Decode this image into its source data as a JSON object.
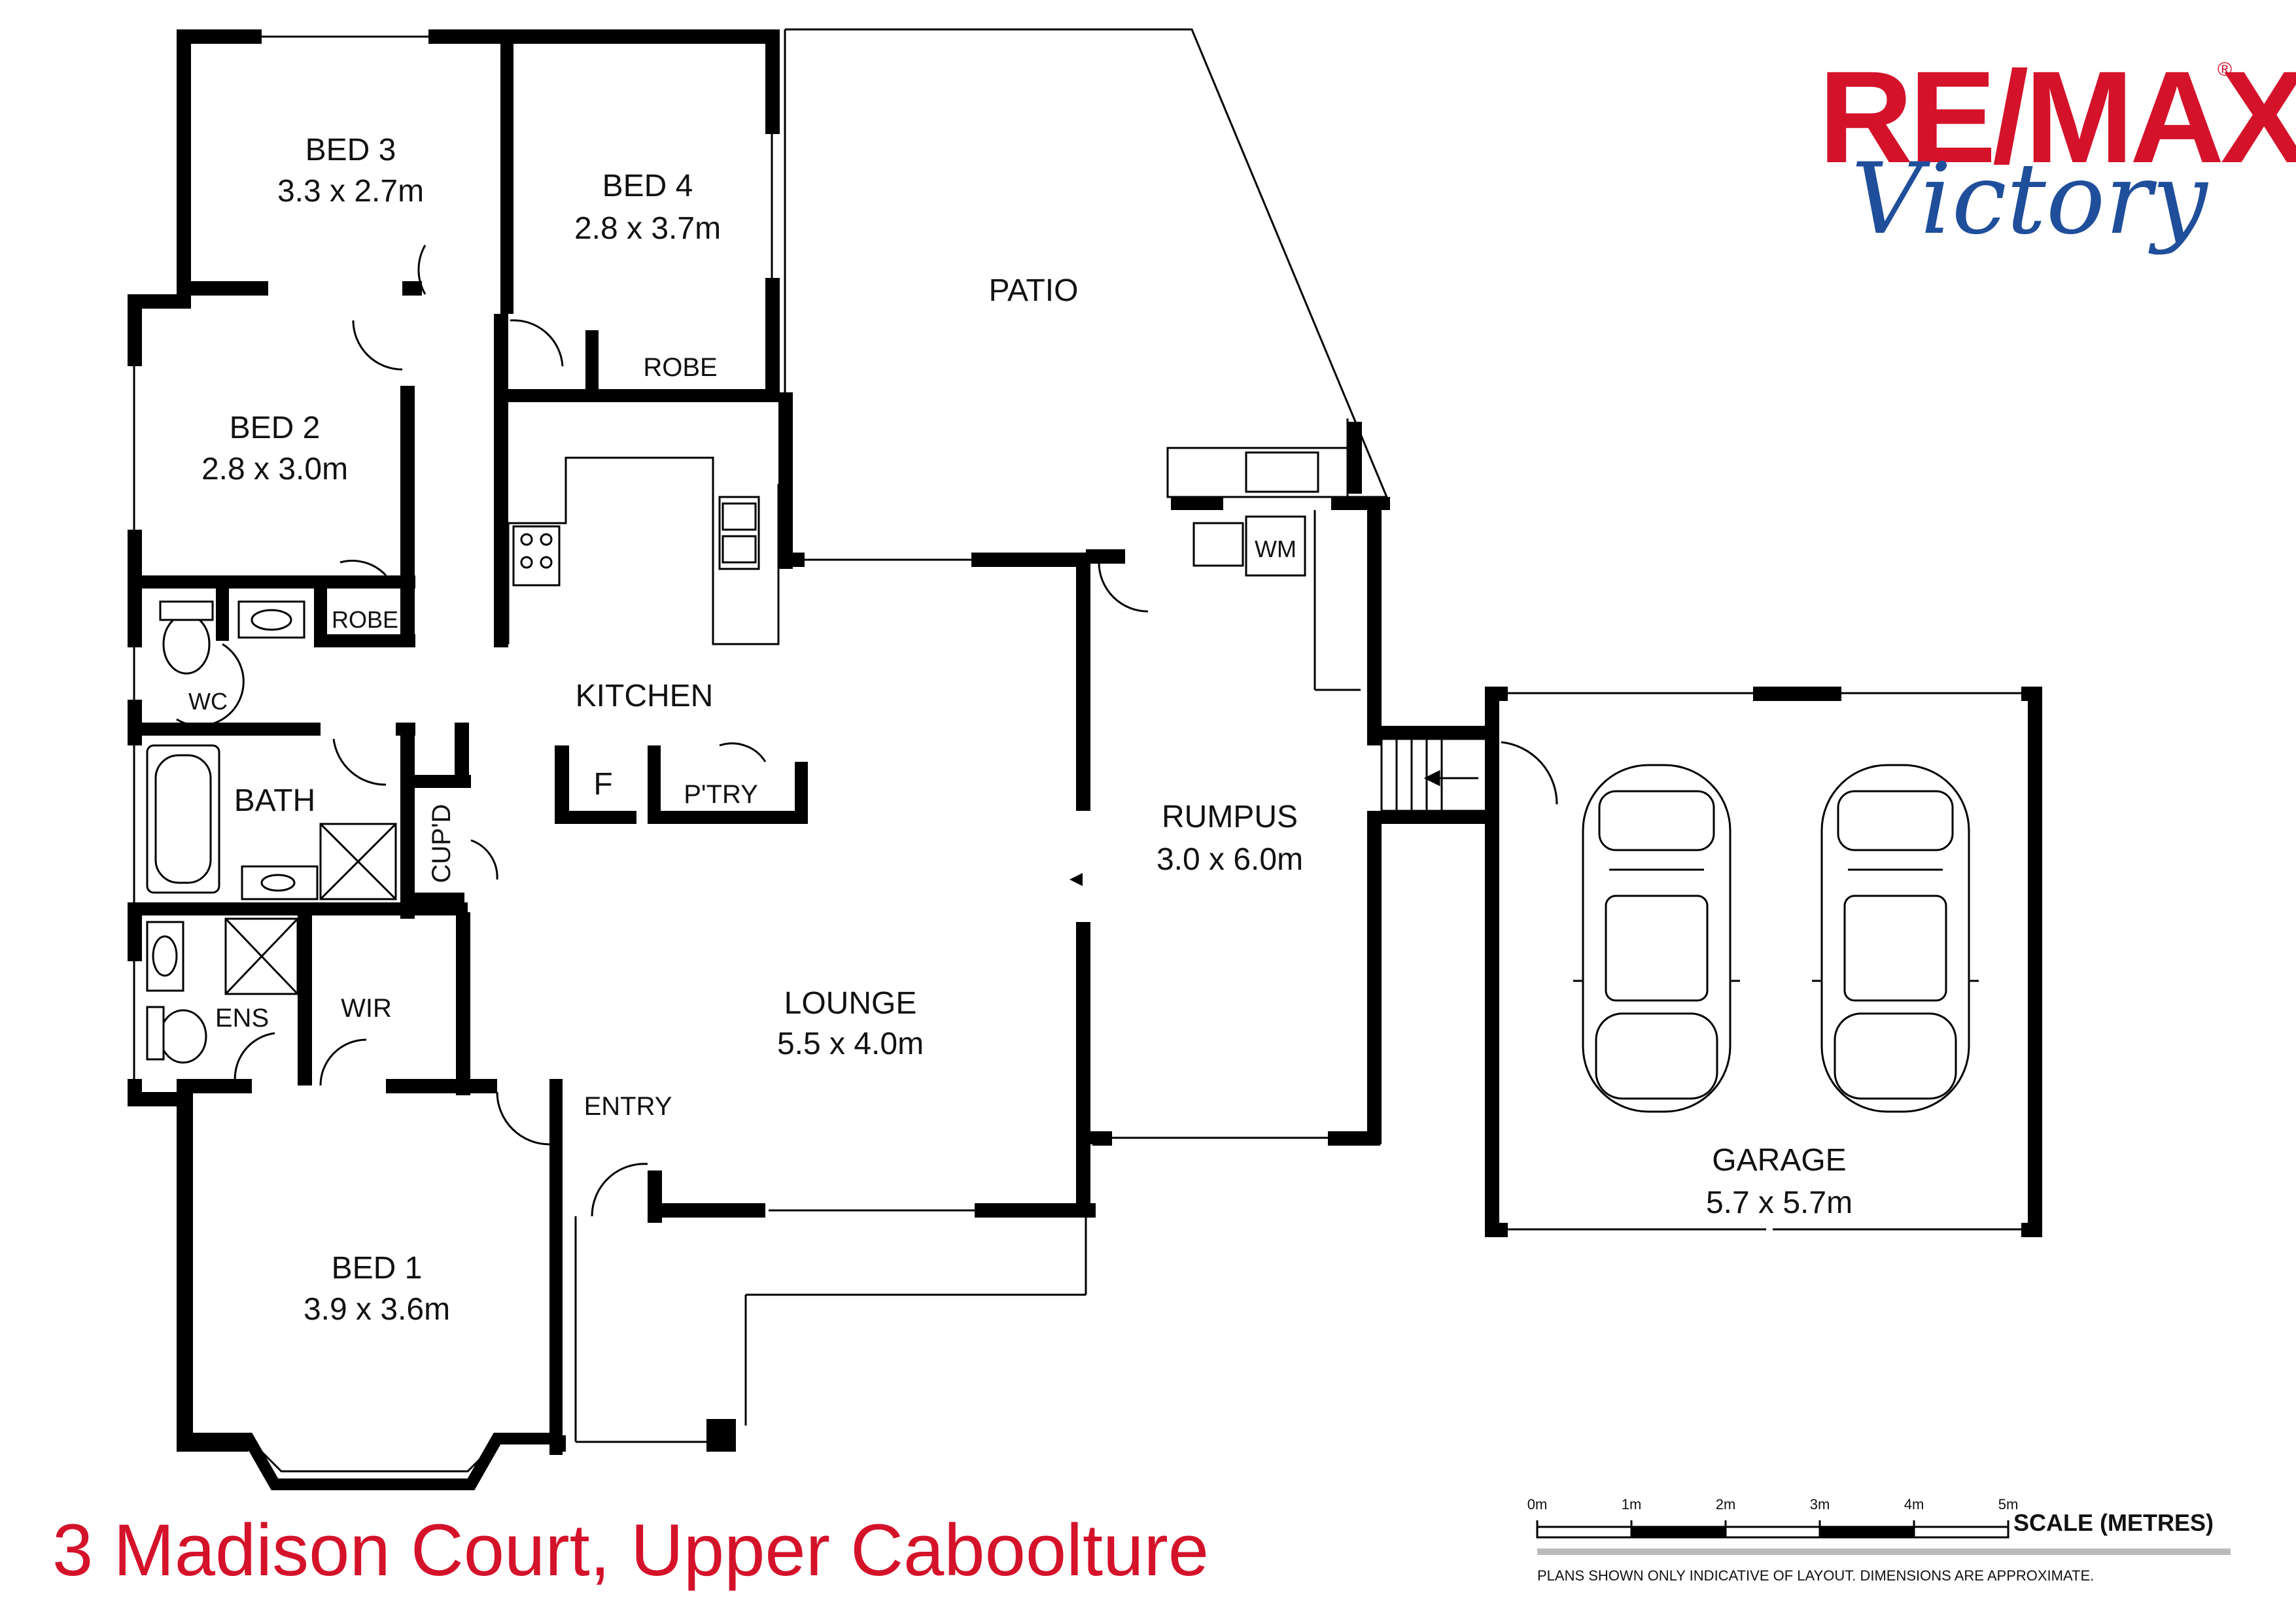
{
  "brand": {
    "name_top": "RE/MAX",
    "reg_mark": "®",
    "name_bottom": "Victory",
    "color_red": "#d4122a",
    "color_blue": "#1f4e9b"
  },
  "address": "3 Madison Court, Upper Caboolture",
  "rooms": {
    "bed3": {
      "name": "BED 3",
      "size": "3.3 x 2.7m"
    },
    "bed4": {
      "name": "BED 4",
      "size": "2.8 x 3.7m"
    },
    "patio": {
      "name": "PATIO"
    },
    "robe_top": {
      "name": "ROBE"
    },
    "bed2": {
      "name": "BED 2",
      "size": "2.8 x 3.0m"
    },
    "robe_bed2": {
      "name": "ROBE"
    },
    "wc": {
      "name": "WC"
    },
    "kitchen": {
      "name": "KITCHEN"
    },
    "fridge": {
      "name": "F"
    },
    "pantry": {
      "name": "P'TRY"
    },
    "bath": {
      "name": "BATH"
    },
    "cupd": {
      "name": "CUP'D"
    },
    "rumpus": {
      "name": "RUMPUS",
      "size": "3.0 x 6.0m"
    },
    "wm": {
      "name": "WM"
    },
    "ens": {
      "name": "ENS"
    },
    "wir": {
      "name": "WIR"
    },
    "lounge": {
      "name": "LOUNGE",
      "size": "5.5 x 4.0m"
    },
    "entry": {
      "name": "ENTRY"
    },
    "bed1": {
      "name": "BED 1",
      "size": "3.9 x 3.6m"
    },
    "garage": {
      "name": "GARAGE",
      "size": "5.7 x 5.7m"
    }
  },
  "scale": {
    "title": "SCALE (METRES)",
    "ticks": [
      "0m",
      "1m",
      "2m",
      "3m",
      "4m",
      "5m"
    ],
    "disclaimer": "PLANS SHOWN ONLY INDICATIVE OF LAYOUT.  DIMENSIONS ARE APPROXIMATE."
  }
}
